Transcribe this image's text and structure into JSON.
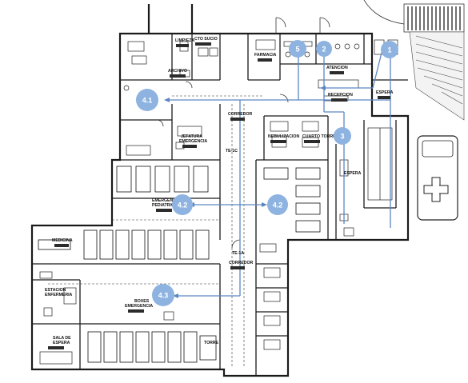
{
  "rooms": {
    "limpieza": "LIMPIEZA",
    "cto_sucio": "CTO SUCIO",
    "farmacia": "FARMACIA",
    "espera_top": "ESPERA",
    "archivo": "ARCHIVO",
    "recepcion": "RECEPCION",
    "espera_right": "ESPERA",
    "corredor_1": "CORREDOR",
    "jefatura": "JEFATURA\nEMERGENCIA",
    "te_1c": "TE-1C",
    "emergencia_pediatrica": "EMERGENCIA\nPEDIATRICA",
    "medicina": "MEDICINA",
    "corredor_2": "CORREDOR",
    "te_1a": "TE-1A",
    "estacion": "ESTACION\nENFERMERIA",
    "boxes": "BOXES\nEMERGENCIA",
    "sala_de": "SALA DE\nESPERA",
    "torre": "TORRE",
    "nebulizaciones": "NEBULIZACION",
    "cuarto": "CUARTO TORRE",
    "espera_small": "ESPERA",
    "atencion": "ATENCION"
  },
  "markers": [
    {
      "id": "m1",
      "label": "1"
    },
    {
      "id": "m2",
      "label": "2"
    },
    {
      "id": "m3",
      "label": "3"
    },
    {
      "id": "m41",
      "label": "4.1"
    },
    {
      "id": "m42a",
      "label": "4.2"
    },
    {
      "id": "m42b",
      "label": "4.2"
    },
    {
      "id": "m43",
      "label": "4.3"
    },
    {
      "id": "m5",
      "label": "5"
    }
  ],
  "colors": {
    "route": "#5b86c2",
    "marker": "#8eb3e0",
    "wall": "#1a1a1a"
  },
  "icons": {
    "ambulance": "ambulance-icon",
    "stairs": "stairs-icon"
  }
}
